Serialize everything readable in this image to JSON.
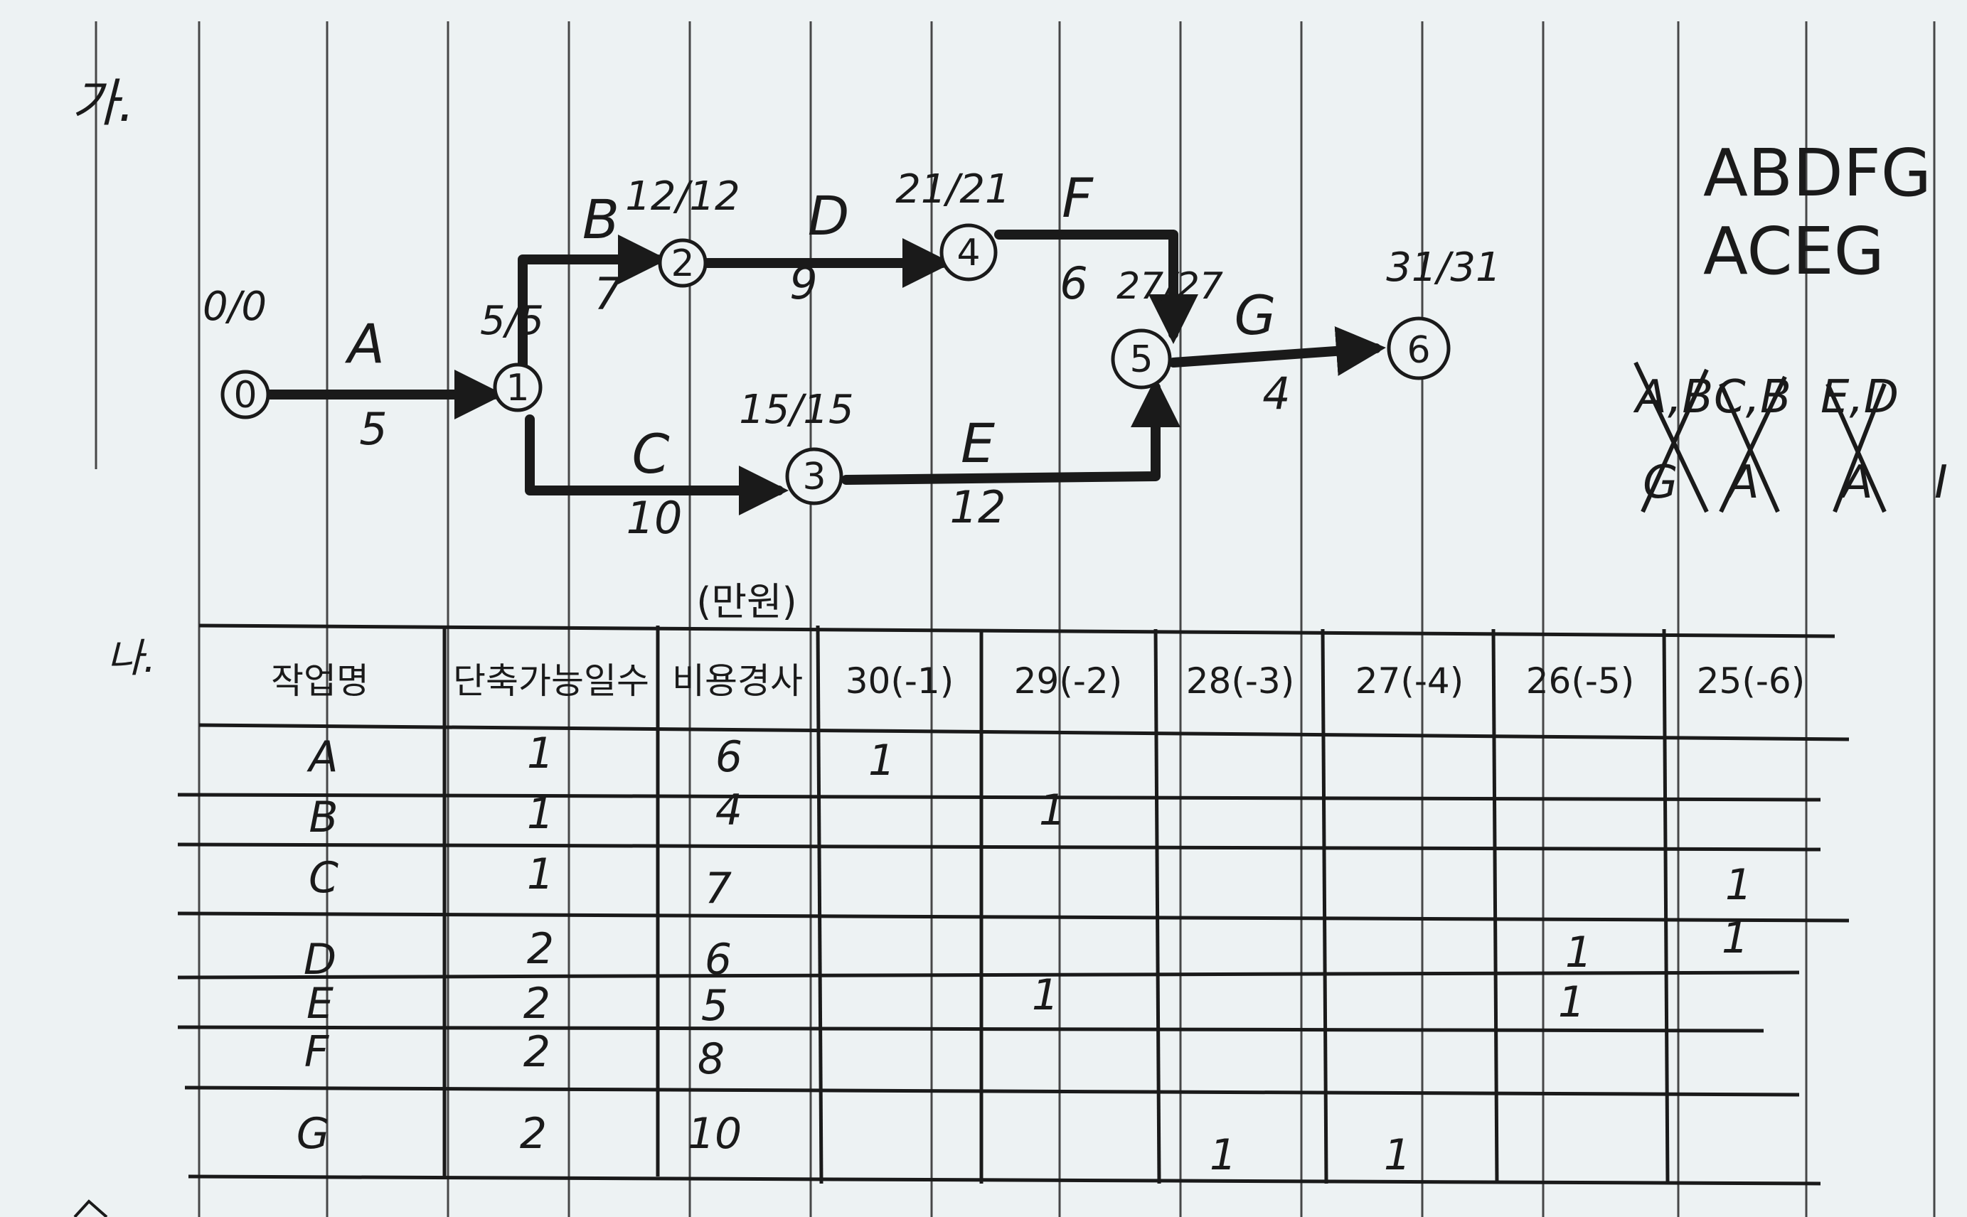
{
  "section_a": {
    "label": "가.",
    "critical_paths": [
      "ABDFG",
      "ACEG"
    ],
    "scratch": [
      "A,B",
      "C,B",
      "E,D",
      "G",
      "A",
      "A",
      "I"
    ]
  },
  "network": {
    "nodes": [
      {
        "id": "0",
        "times": "0/0"
      },
      {
        "id": "1",
        "times": "5/5"
      },
      {
        "id": "2",
        "times": "12/12"
      },
      {
        "id": "3",
        "times": "15/15"
      },
      {
        "id": "4",
        "times": "21/21"
      },
      {
        "id": "5",
        "times": "27/27"
      },
      {
        "id": "6",
        "times": "31/31"
      }
    ],
    "activities": [
      {
        "name": "A",
        "duration": "5"
      },
      {
        "name": "B",
        "duration": "7"
      },
      {
        "name": "C",
        "duration": "10"
      },
      {
        "name": "D",
        "duration": "9"
      },
      {
        "name": "E",
        "duration": "12"
      },
      {
        "name": "F",
        "duration": "6"
      },
      {
        "name": "G",
        "duration": "4"
      }
    ]
  },
  "section_b": {
    "label": "나.",
    "unit": "(만원)",
    "headers": [
      "작업명",
      "단축가능일수",
      "비용경사",
      "30(-1)",
      "29(-2)",
      "28(-3)",
      "27(-4)",
      "26(-5)",
      "25(-6)"
    ],
    "rows": [
      {
        "task": "A",
        "days": "1",
        "slope": "6",
        "marks": [
          "1",
          "",
          "",
          "",
          "",
          ""
        ]
      },
      {
        "task": "B",
        "days": "1",
        "slope": "4",
        "marks": [
          "",
          "1",
          "",
          "",
          "",
          ""
        ]
      },
      {
        "task": "C",
        "days": "1",
        "slope": "7",
        "marks": [
          "",
          "",
          "",
          "",
          "",
          "1"
        ]
      },
      {
        "task": "D",
        "days": "2",
        "slope": "6",
        "marks": [
          "",
          "",
          "",
          "",
          "1",
          "1"
        ]
      },
      {
        "task": "E",
        "days": "2",
        "slope": "5",
        "marks": [
          "",
          "1",
          "",
          "",
          "1",
          ""
        ]
      },
      {
        "task": "F",
        "days": "2",
        "slope": "8",
        "marks": [
          "",
          "",
          "",
          "",
          "",
          ""
        ]
      },
      {
        "task": "G",
        "days": "2",
        "slope": "10",
        "marks": [
          "",
          "",
          "1",
          "1",
          "",
          ""
        ]
      }
    ]
  },
  "colors": {
    "paper": "#edf2f3",
    "ink": "#1a1a1a",
    "rule": "#2a2a2a"
  }
}
